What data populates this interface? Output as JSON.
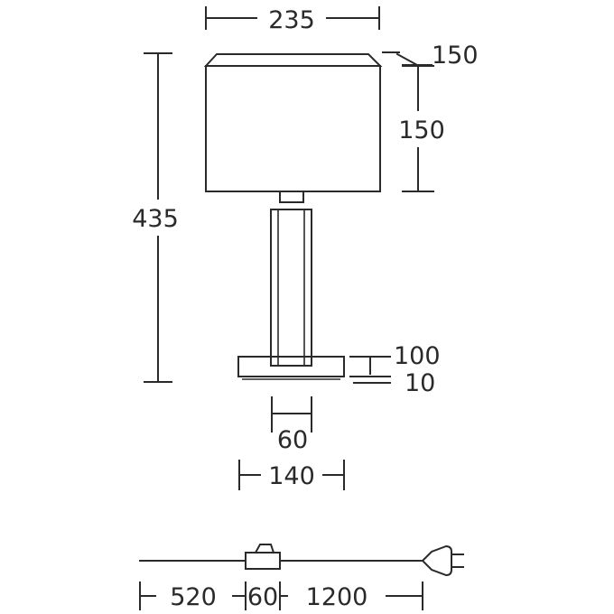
{
  "dimensions": {
    "shade_width": "235",
    "shade_depth": "150",
    "shade_height": "150",
    "total_height": "435",
    "column_height": "100",
    "base_thickness": "10",
    "column_width": "60",
    "base_width": "140",
    "cable_to_switch": "520",
    "switch_length": "60",
    "switch_to_plug": "1200"
  }
}
